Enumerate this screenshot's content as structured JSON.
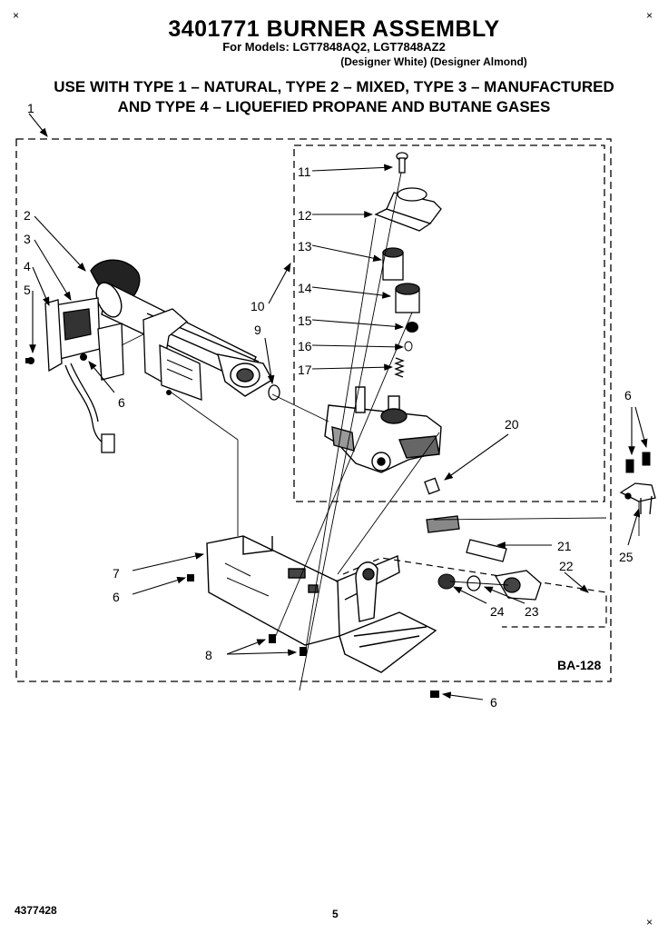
{
  "header": {
    "title": "3401771 BURNER ASSEMBLY",
    "models": "For Models: LGT7848AQ2, LGT7848AZ2",
    "variants": "(Designer White) (Designer Almond)",
    "use_line1": "USE WITH TYPE 1 – NATURAL, TYPE 2 – MIXED, TYPE 3 – MANUFACTURED",
    "use_line2": "AND TYPE 4 – LIQUEFIED PROPANE AND BUTANE GASES"
  },
  "corner_marks": {
    "top_left": "×",
    "top_right": "×",
    "bottom_right": "×"
  },
  "callouts": {
    "c1": "1",
    "c2": "2",
    "c3": "3",
    "c4": "4",
    "c5": "5",
    "c6a": "6",
    "c6b": "6",
    "c6c": "6",
    "c6d": "6",
    "c7": "7",
    "c8": "8",
    "c9": "9",
    "c10": "10",
    "c11": "11",
    "c12": "12",
    "c13": "13",
    "c14": "14",
    "c15": "15",
    "c16": "16",
    "c17": "17",
    "c20": "20",
    "c21": "21",
    "c22": "22",
    "c23": "23",
    "c24": "24",
    "c25": "25"
  },
  "diagram_code": "BA-128",
  "footer": {
    "doc_number": "4377428",
    "page_number": "5"
  }
}
